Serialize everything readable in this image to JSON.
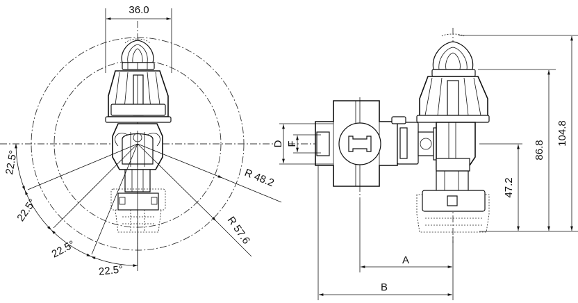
{
  "dimensions": {
    "width_top": "36.0",
    "radius_inner": "R 48.2",
    "radius_outer": "R 57.6",
    "angle_1": "22.5°",
    "angle_2": "22.5°",
    "angle_3": "22.5°",
    "angle_4": "22.5°",
    "height_total": "104.8",
    "height_mid": "86.8",
    "height_low": "47.2",
    "label_a": "A",
    "label_b": "B",
    "label_d": "D",
    "label_f": "F"
  }
}
